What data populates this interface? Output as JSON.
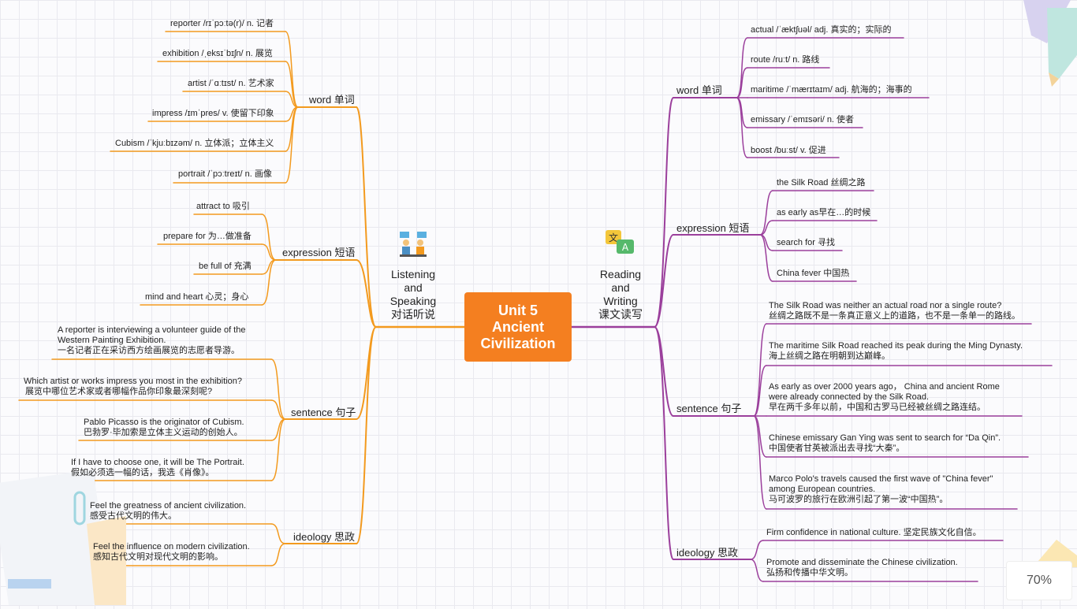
{
  "center": {
    "line1": "Unit 5",
    "line2": "Ancient",
    "line3": "Civilization"
  },
  "left_branch": {
    "label": [
      "Listening",
      "and",
      "Speaking",
      "对话听说"
    ],
    "icon": "discussion-icon",
    "word": {
      "label": "word 单词",
      "items": [
        "reporter /rɪˈpɔːtə(r)/ n. 记者",
        "exhibition /ˌeksɪˈbɪʃn/ n. 展览",
        "artist /ˈɑːtɪst/ n. 艺术家",
        "impress /ɪmˈpres/ v. 使留下印象",
        "Cubism /ˈkjuːbɪzəm/ n. 立体派；立体主义",
        "portrait /ˈpɔːtreɪt/ n. 画像"
      ]
    },
    "expression": {
      "label": "expression 短语",
      "items": [
        "attract to 吸引",
        "prepare for 为…做准备",
        "be full of 充满",
        "mind and heart 心灵；身心"
      ]
    },
    "sentence": {
      "label": "sentence 句子",
      "items": [
        [
          "A reporter is interviewing a volunteer guide of the",
          "Western Painting Exhibition.",
          "一名记者正在采访西方绘画展览的志愿者导游。"
        ],
        [
          "Which artist or works impress you most in the exhibition?",
          "展览中哪位艺术家或者哪幅作品你印象最深刻呢?"
        ],
        [
          "Pablo Picasso is the originator of Cubism.",
          "巴勃罗·毕加索是立体主义运动的创始人。"
        ],
        [
          "If I have to choose one, it will be The Portrait.",
          "假如必须选一幅的话，我选《肖像》。"
        ]
      ]
    },
    "ideology": {
      "label": "ideology 思政",
      "items": [
        [
          "Feel the greatness of ancient civilization.",
          "感受古代文明的伟大。"
        ],
        [
          "Feel the influence on modern civilization.",
          "感知古代文明对现代文明的影响。"
        ]
      ]
    }
  },
  "right_branch": {
    "label": [
      "Reading",
      "and",
      "Writing",
      "课文读写"
    ],
    "icon": "translate-icon",
    "word": {
      "label": "word 单词",
      "items": [
        "actual /ˈæktʃuəl/ adj. 真实的；实际的",
        "route /ruːt/ n. 路线",
        "maritime /ˈmærɪtaɪm/ adj. 航海的；海事的",
        "emissary /ˈemɪsəri/ n. 使者",
        "boost /buːst/ v. 促进"
      ]
    },
    "expression": {
      "label": "expression 短语",
      "items": [
        "the Silk Road 丝绸之路",
        "as early as早在…的时候",
        "search for 寻找",
        "China fever 中国热"
      ]
    },
    "sentence": {
      "label": "sentence 句子",
      "items": [
        [
          "The Silk Road was neither an actual road nor a single route?",
          "丝绸之路既不是一条真正意义上的道路，也不是一条单一的路线。"
        ],
        [
          "The maritime Silk Road reached its peak during the Ming Dynasty.",
          "海上丝绸之路在明朝到达巅峰。"
        ],
        [
          "As early as over 2000 years ago， China and ancient Rome",
          "were already connected by the Silk Road.",
          "早在两千多年以前，中国和古罗马已经被丝绸之路连结。"
        ],
        [
          "Chinese emissary Gan Ying was sent to search for “Da Qin”.",
          "中国使者甘英被派出去寻找“大秦”。"
        ],
        [
          "Marco Polo's travels caused the first wave of \"China fever\"",
          "among European countries.",
          "马可波罗的旅行在欧洲引起了第一波“中国热”。"
        ]
      ]
    },
    "ideology": {
      "label": "ideology 思政",
      "items": [
        [
          "Firm confidence in national culture. 坚定民族文化自信。"
        ],
        [
          "Promote and disseminate the Chinese civilization.",
          "弘扬和传播中华文明。"
        ]
      ]
    }
  },
  "colors": {
    "left": "#f39a1e",
    "right": "#9b3f9c",
    "center": "#f47f20"
  },
  "zoom": "70%"
}
